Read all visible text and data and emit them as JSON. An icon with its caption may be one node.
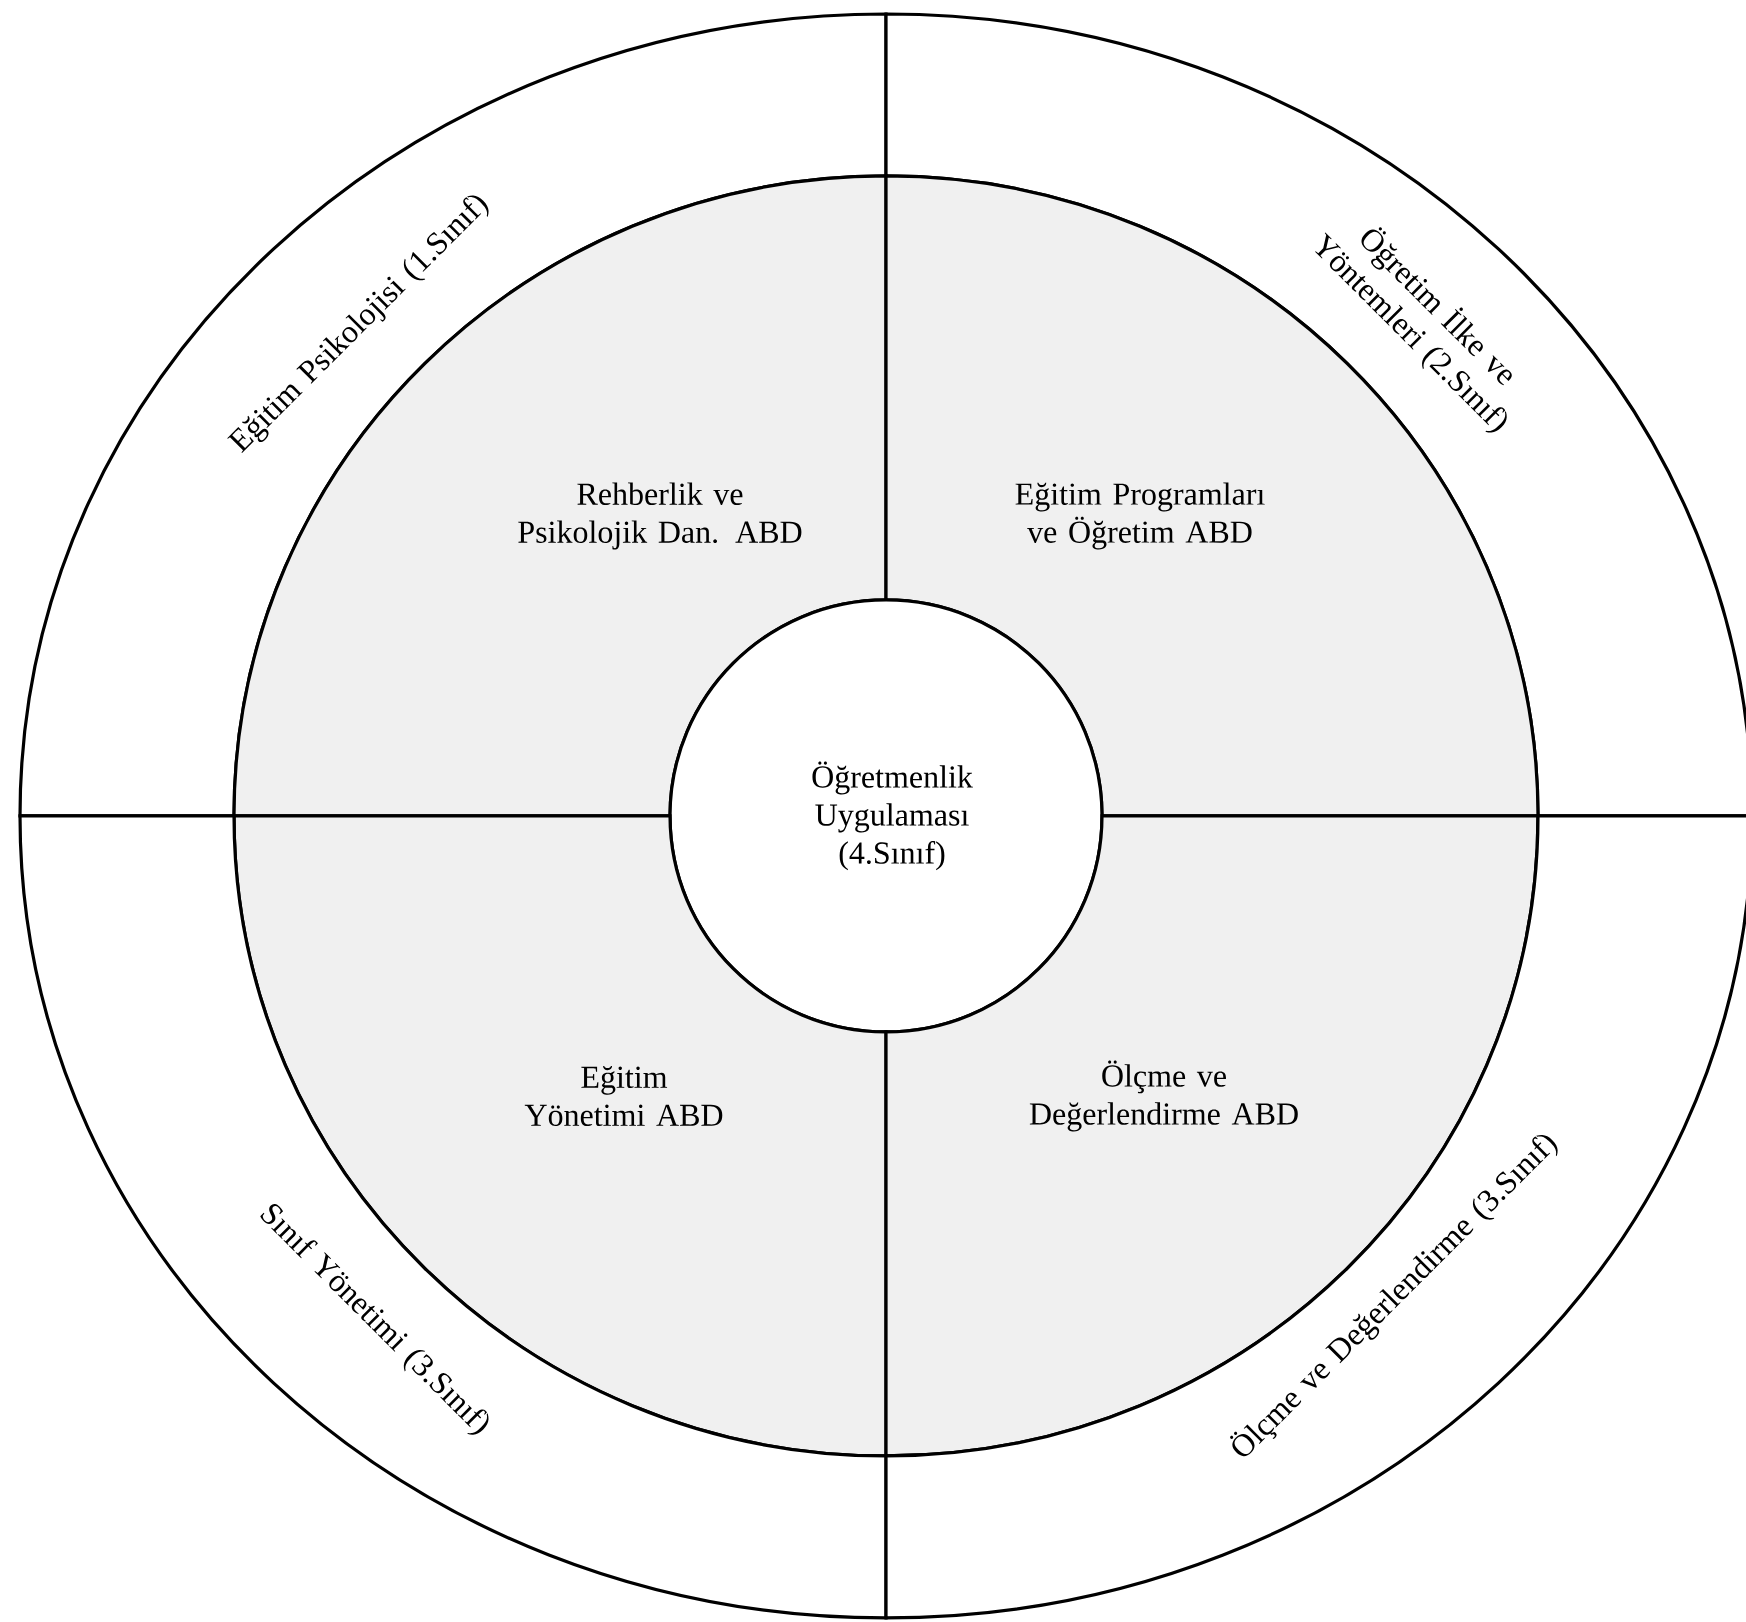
{
  "diagram": {
    "nodes": [
      {
        "text": [
          "Eğitim Psikolojisi (1.Sınıf)"
        ]
      },
      {
        "text": [
          "Öğretim İlke ve Yöntemleri (2.Sınıf)"
        ]
      },
      {
        "text": [
          "Rehberlik ve Psikolojik Dan. ABD"
        ]
      },
      {
        "text": [
          "Eğitim Programları ve Öğretim ABD"
        ]
      },
      {
        "text": [
          "Öğretmenlik Uygulaması (4.Sınıf)"
        ]
      },
      {
        "text": [
          "Eğitim Yönetimi ABD"
        ]
      },
      {
        "text": [
          "Ölçme ve Değerlendirme ABD"
        ]
      },
      {
        "text": [
          "Sınıf Yönetimi (3.Sınıf)"
        ]
      },
      {
        "text": [
          "Ölçme ve Değerlendirme (3.Sınıf)"
        ]
      }
    ]
  }
}
